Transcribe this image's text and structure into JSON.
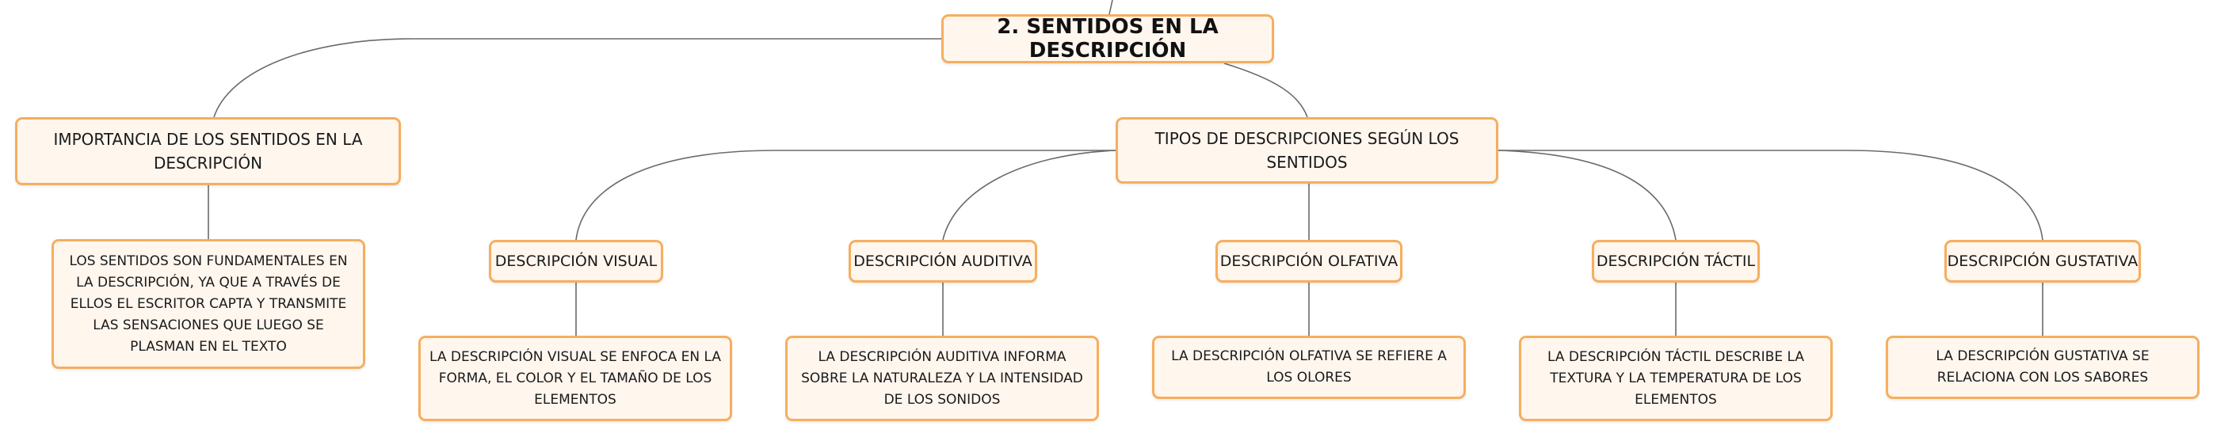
{
  "diagram": {
    "root": {
      "label": "2. SENTIDOS EN LA DESCRIPCIÓN"
    },
    "importance": {
      "label": "IMPORTANCIA DE LOS SENTIDOS EN LA DESCRIPCIÓN",
      "detail": "LOS SENTIDOS SON FUNDAMENTALES EN LA DESCRIPCIÓN, YA QUE A TRAVÉS DE ELLOS EL ESCRITOR CAPTA Y TRANSMITE LAS SENSACIONES QUE LUEGO SE PLASMAN EN EL TEXTO"
    },
    "types": {
      "label": "TIPOS DE DESCRIPCIONES SEGÚN LOS SENTIDOS",
      "items": [
        {
          "label": "DESCRIPCIÓN VISUAL",
          "detail": "LA DESCRIPCIÓN VISUAL SE ENFOCA EN LA FORMA, EL COLOR Y EL TAMAÑO DE LOS ELEMENTOS"
        },
        {
          "label": "DESCRIPCIÓN AUDITIVA",
          "detail": "LA DESCRIPCIÓN AUDITIVA INFORMA SOBRE LA NATURALEZA Y LA INTENSIDAD DE LOS SONIDOS"
        },
        {
          "label": "DESCRIPCIÓN OLFATIVA",
          "detail": "LA DESCRIPCIÓN OLFATIVA SE REFIERE A LOS OLORES"
        },
        {
          "label": "DESCRIPCIÓN TÁCTIL",
          "detail": "LA DESCRIPCIÓN TÁCTIL DESCRIBE LA TEXTURA Y LA TEMPERATURA DE LOS ELEMENTOS"
        },
        {
          "label": "DESCRIPCIÓN GUSTATIVA",
          "detail": "LA DESCRIPCIÓN GUSTATIVA SE RELACIONA CON LOS SABORES"
        }
      ]
    }
  },
  "colors": {
    "node_border": "#f6ae5e",
    "node_fill": "#fff6ee",
    "connector": "#6b6b6b"
  }
}
